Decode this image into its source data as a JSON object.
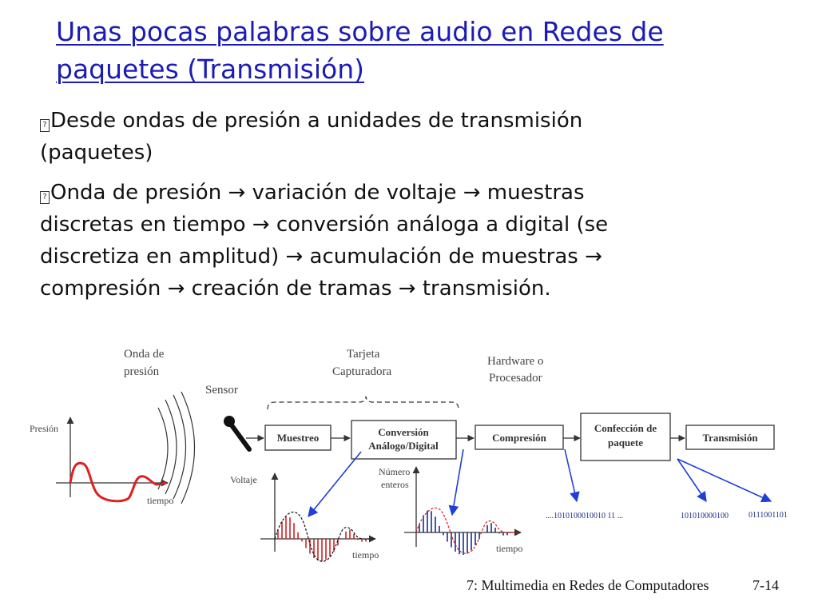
{
  "slide": {
    "title_line1": "Unas pocas palabras sobre audio en Redes de",
    "title_line2": "paquetes (Transmisión)",
    "bullets": [
      {
        "marker": "?",
        "line1": "Desde ondas de presión a unidades de transmisión",
        "line2": "(paquetes)"
      },
      {
        "marker": "?",
        "line1": "Onda de presión → variación de voltaje → muestras",
        "line2": "discretas en tiempo → conversión análoga a digital (se",
        "line3": "discretiza en amplitud) → acumulación de muestras →",
        "line4": "compresión → creación de tramas → transmisión."
      }
    ]
  },
  "diagram": {
    "labels": {
      "pressure_wave_line1": "Onda de",
      "pressure_wave_line2": "presión",
      "sensor": "Sensor",
      "capture_card_line1": "Tarjeta",
      "capture_card_line2": "Capturadora",
      "hardware_line1": "Hardware o",
      "hardware_line2": "Procesador",
      "pressure_axis": "Presión",
      "time_axis_pressure": "tiempo",
      "voltage_axis": "Voltaje",
      "time_axis_voltage": "tiempo",
      "integers_line1": "Número",
      "integers_line2": "enteros",
      "time_axis_integers": "tiempo"
    },
    "boxes": {
      "sampling": "Muestreo",
      "conversion_line1": "Conversión",
      "conversion_line2": "Análogo/Digital",
      "compression": "Compresión",
      "packet_line1": "Confección de",
      "packet_line2": "paquete",
      "transmission": "Transmisión"
    },
    "bitstreams": {
      "compressed": "....1010100010010 11 ...",
      "packet_a": "101010000100",
      "packet_b": "0111001101"
    },
    "colors": {
      "pressure_curve": "#e02020",
      "arrow": "#1f3fd6",
      "voltage_samples": "#d42020",
      "integer_samples": "#1a2d8f",
      "box_border": "#333333"
    }
  },
  "footer": {
    "course": "7: Multimedia en Redes de Computadores",
    "page": "7-14"
  }
}
